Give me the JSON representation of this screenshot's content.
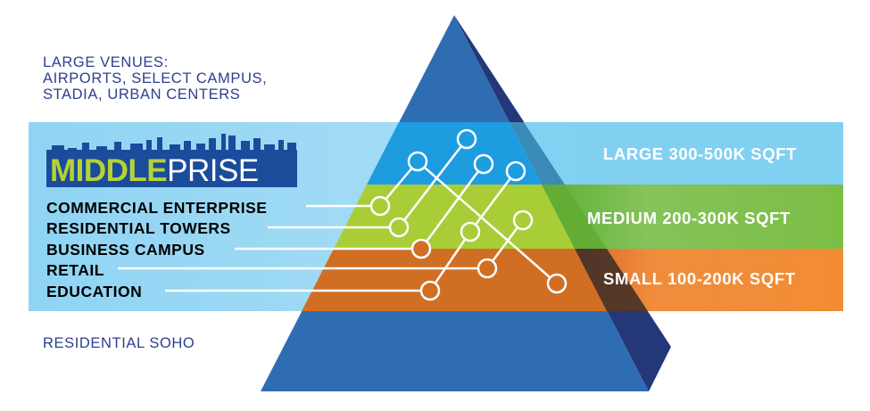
{
  "top_note": {
    "line1": "LARGE VENUES:",
    "line2": "AIRPORTS, SELECT CAMPUS,",
    "line3": "STADIA, URBAN CENTERS"
  },
  "bottom_note": "RESIDENTIAL SOHO",
  "logo": {
    "part1": "MIDDLE",
    "part2": "PRISE",
    "part1_color": "#b5d334",
    "part2_color": "#ffffff"
  },
  "segments": [
    "COMMERCIAL ENTERPRISE",
    "RESIDENTIAL TOWERS",
    "BUSINESS CAMPUS",
    "RETAIL",
    "EDUCATION"
  ],
  "sizes": [
    {
      "label": "LARGE 300-500K SQFT",
      "color": "#1e9ce0"
    },
    {
      "label": "MEDIUM 200-300K SQFT",
      "color": "#a8cd37"
    },
    {
      "label": "SMALL 100-200K SQFT",
      "color": "#d06f24"
    }
  ],
  "colors": {
    "pyramid": "#2f6db3",
    "pyramid_side": "#243778",
    "band": "#8fd3f3",
    "text_dark": "#2d3f8e"
  }
}
